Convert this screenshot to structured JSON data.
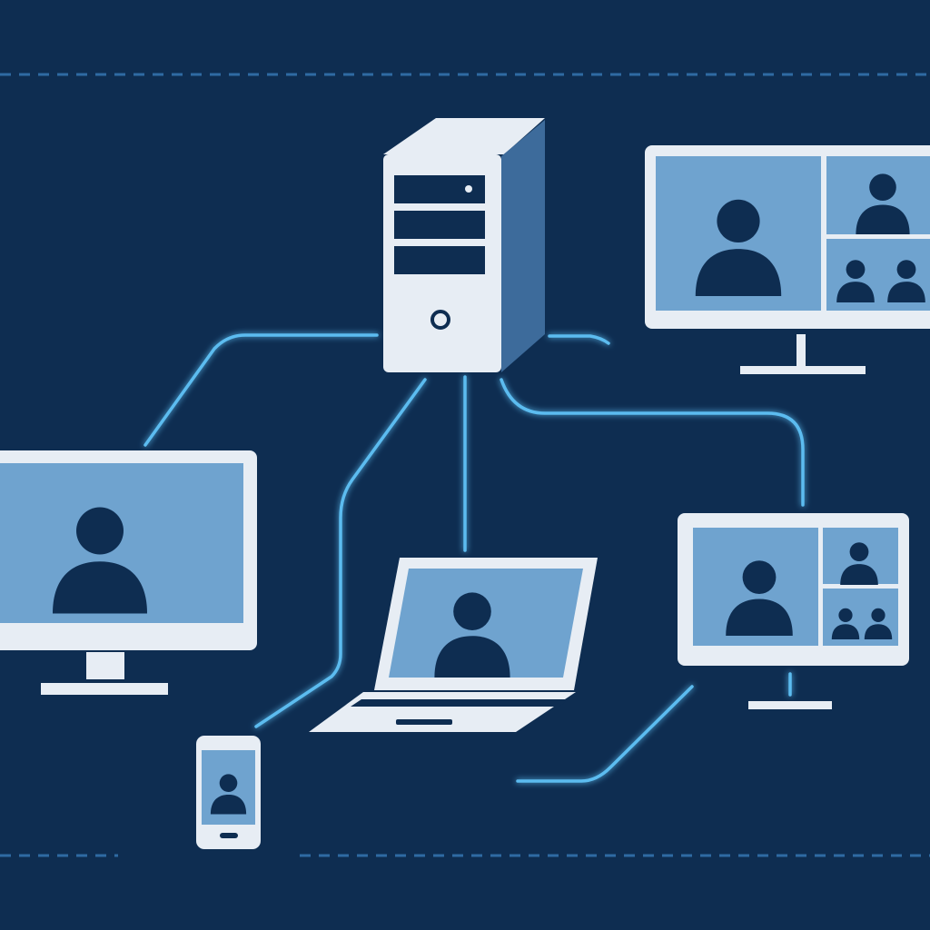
{
  "colors": {
    "background": "#0e2d51",
    "device_frame": "#e7edf4",
    "screen": "#6fa3cf",
    "person": "#0e2d51",
    "server_side": "#3d6b9b",
    "connection_glow": "#5bbcf0",
    "dash_line": "#2f6aa3"
  },
  "icons": {
    "server": "server-tower-icon",
    "monitor": "desktop-monitor-icon",
    "laptop": "laptop-icon",
    "phone": "smartphone-icon",
    "person": "person-silhouette-icon"
  },
  "devices": [
    {
      "kind": "server",
      "participants": 0
    },
    {
      "kind": "monitor",
      "participants": 1
    },
    {
      "kind": "monitor",
      "participants": 4
    },
    {
      "kind": "laptop",
      "participants": 1
    },
    {
      "kind": "monitor",
      "participants": 4
    },
    {
      "kind": "phone",
      "participants": 1
    }
  ]
}
